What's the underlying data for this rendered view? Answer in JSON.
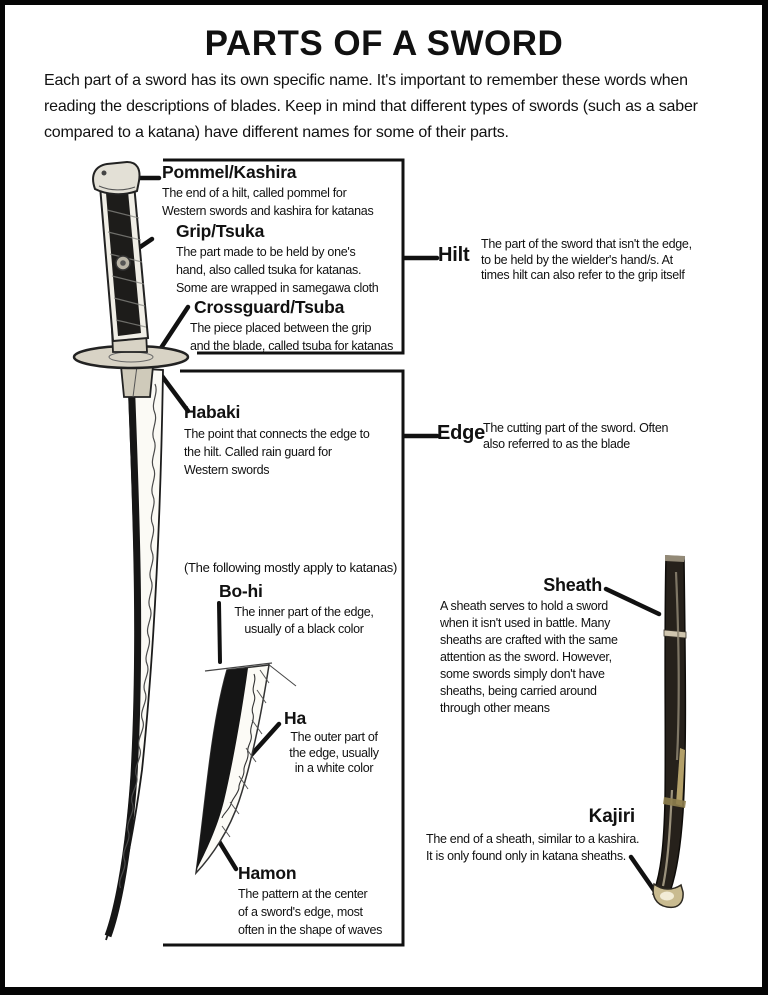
{
  "page": {
    "title": "PARTS OF A SWORD",
    "intro": "Each part of a sword has its own specific name. It's important to remember these words when\nreading the descriptions of blades. Keep in mind that different types of swords (such as a saber\ncompared to a katana) have different names for some of their parts."
  },
  "callouts": {
    "pommel": {
      "title": "Pommel/Kashira",
      "desc": "The end of a hilt, called pommel for\nWestern swords and kashira for katanas"
    },
    "grip": {
      "title": "Grip/Tsuka",
      "desc": "The part made to be held by one's\nhand, also called tsuka for katanas.\nSome are wrapped in samegawa cloth"
    },
    "crossguard": {
      "title": "Crossguard/Tsuba",
      "desc": "The piece placed between the grip\nand the blade, called tsuba for katanas"
    },
    "hilt": {
      "title": "Hilt",
      "desc": "The part of the sword that isn't the edge,\nto be held by the wielder's hand/s. At\ntimes hilt can also refer to the grip itself"
    },
    "habaki": {
      "title": "Habaki",
      "desc": "The point that connects the edge to\nthe hilt. Called rain guard for\nWestern swords"
    },
    "edge": {
      "title": "Edge",
      "desc": "The cutting part of the sword. Often\nalso referred to as the blade"
    },
    "katana_note": "(The following mostly apply to katanas)",
    "bohi": {
      "title": "Bo-hi",
      "desc": "The inner part of the edge,\nusually of a black color"
    },
    "ha": {
      "title": "Ha",
      "desc": "The outer part of\nthe edge, usually\nin a white color"
    },
    "hamon": {
      "title": "Hamon",
      "desc": "The pattern at the center\nof a sword's edge, most\noften in the shape of waves"
    },
    "sheath": {
      "title": "Sheath",
      "desc": "A sheath serves to hold a sword\nwhen it isn't used in battle. Many\nsheaths are crafted with the same\nattention as the sword. However,\nsome swords simply don't have\nsheaths, being carried around\nthrough other means"
    },
    "kajiri": {
      "title": "Kajiri",
      "desc": "The end of a sheath, similar to a kashira.\nIt is only found only in katana sheaths."
    }
  },
  "colors": {
    "ink": "#111111",
    "paper": "#ffffff",
    "sheath_wood": "#26211b",
    "sheath_brass": "#b3a069",
    "kojiri_metal": "#c9bb90"
  }
}
